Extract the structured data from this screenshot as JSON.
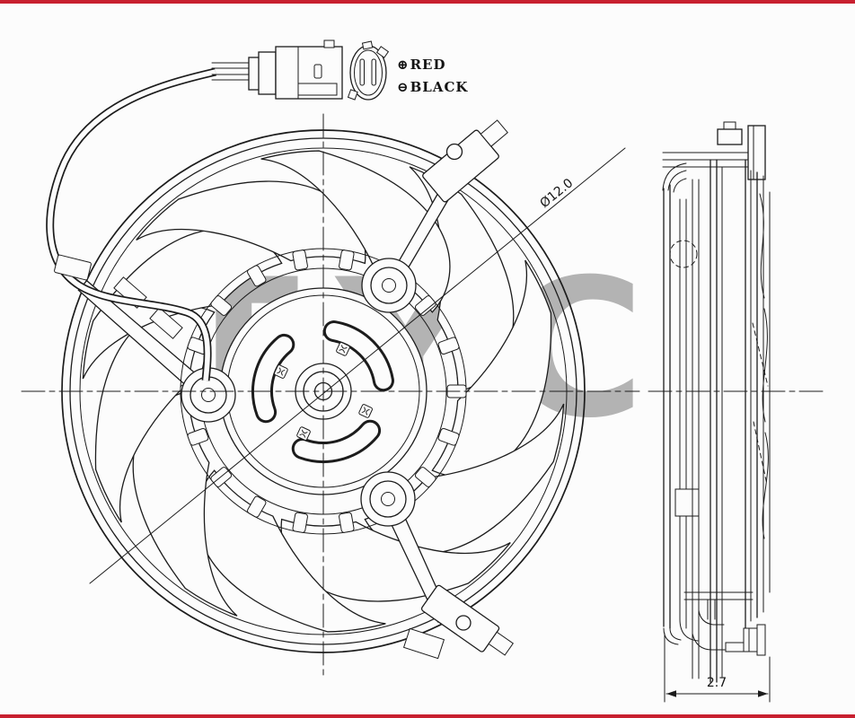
{
  "image_type": "technical-line-drawing",
  "subject": "engine cooling fan assembly, front and side views",
  "watermark": {
    "text": "TYC",
    "color": "#a7a7a7"
  },
  "border": {
    "color": "#c8202f"
  },
  "connector_legend": {
    "positive_symbol": "⊕",
    "positive_label": "RED",
    "negative_symbol": "⊖",
    "negative_label": "BLACK"
  },
  "dimensions": {
    "hub_bore": "Ø12.0",
    "depth": "2.7"
  },
  "line_color": "#1c1c1c",
  "background_color": "#fcfcfc"
}
